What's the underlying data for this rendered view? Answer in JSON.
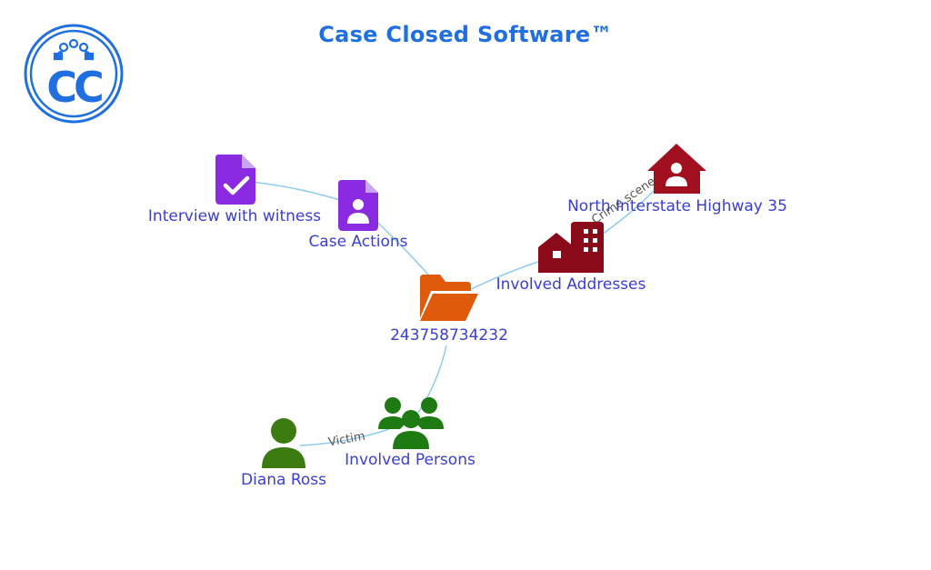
{
  "header": {
    "title": "Case Closed Software™"
  },
  "logo": {
    "letters": "CC",
    "icon": "handcuffs-icon",
    "color": "#1f6fe0"
  },
  "graph": {
    "nodes": {
      "case": {
        "label": "243758734232",
        "icon": "folder-open-icon",
        "color": "#e05a0c"
      },
      "case_actions": {
        "label": "Case Actions",
        "icon": "file-user-icon",
        "color": "#8a2be2"
      },
      "interview": {
        "label": "Interview with witness",
        "icon": "file-check-icon",
        "color": "#8a2be2"
      },
      "addresses": {
        "label": "Involved Addresses",
        "icon": "city-buildings-icon",
        "color": "#8b0a1a"
      },
      "highway": {
        "label": "North Interstate Highway 35",
        "icon": "house-user-icon",
        "color": "#a0101f"
      },
      "persons": {
        "label": "Involved Persons",
        "icon": "users-group-icon",
        "color": "#1e7a12"
      },
      "diana": {
        "label": "Diana Ross",
        "icon": "user-icon",
        "color": "#3c7a12"
      }
    },
    "edges": {
      "victim": {
        "label": "Victim"
      },
      "crime_scene": {
        "label": "Crime scene"
      }
    },
    "edge_color": "#8ecbf0"
  }
}
